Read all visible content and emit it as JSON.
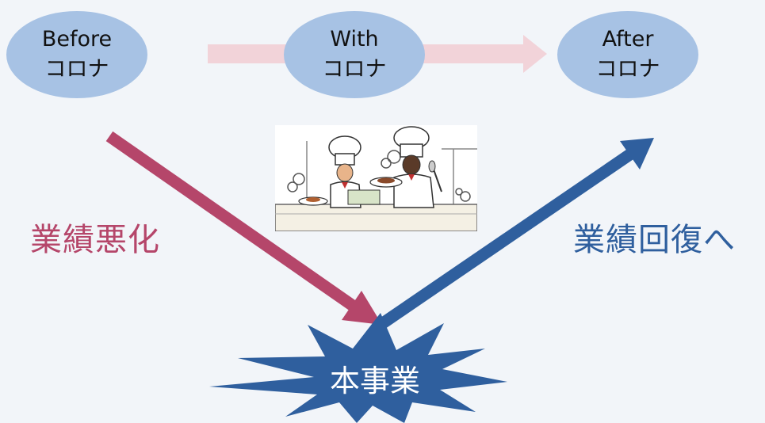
{
  "stages": {
    "before": {
      "line1": "Before",
      "line2": "コロナ"
    },
    "with": {
      "line1": "With",
      "line2": "コロナ"
    },
    "after": {
      "line1": "After",
      "line2": "コロナ"
    }
  },
  "labels": {
    "worsening": "業績悪化",
    "recovery": "業績回復へ",
    "this_project": "本事業"
  },
  "colors": {
    "background": "#f2f5f9",
    "oval_fill": "#a7c2e4",
    "timeline_arrow": "#f2d3d9",
    "down_arrow": "#b5466a",
    "up_arrow": "#2f5f9e",
    "burst": "#2f5f9e"
  },
  "illustration": {
    "subject": "two-chefs-cooking-in-kitchen"
  }
}
